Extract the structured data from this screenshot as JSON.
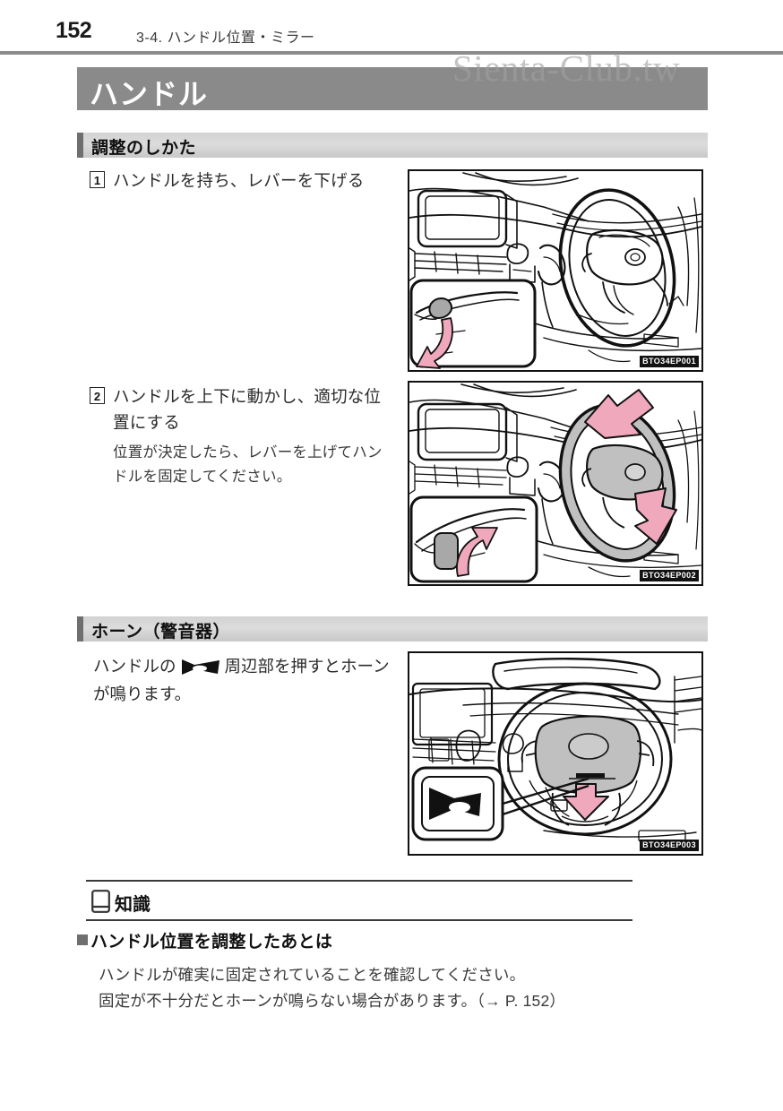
{
  "page": {
    "number": "152",
    "header_title": "3-4. ハンドル位置・ミラー",
    "watermark": "Sienta-Club.tw"
  },
  "title_bar": {
    "title": "ハンドル",
    "background_color": "#8a8a8a",
    "text_color": "#ffffff"
  },
  "sections": {
    "adjust": {
      "heading": "調整のしかた",
      "steps": [
        {
          "number": "1",
          "text": "ハンドルを持ち、レバーを下げる",
          "sub": ""
        },
        {
          "number": "2",
          "text": "ハンドルを上下に動かし、適切な位置にする",
          "sub": "位置が決定したら、レバーを上げてハンドルを固定してください。"
        }
      ]
    },
    "horn": {
      "heading": "ホーン（警音器）",
      "text_before_icon": "ハンドルの",
      "icon": "horn-icon",
      "text_after_icon": "周辺部を押すとホーンが鳴ります。"
    }
  },
  "figures": [
    {
      "id": "fig1",
      "code": "BTO34EP001",
      "caption_semantic": "steering-wheel-lever-down-illustration"
    },
    {
      "id": "fig2",
      "code": "BTO34EP002",
      "caption_semantic": "steering-wheel-updown-adjust-illustration"
    },
    {
      "id": "fig3",
      "code": "BTO34EP003",
      "caption_semantic": "steering-wheel-horn-pad-illustration"
    }
  ],
  "knowledge": {
    "icon": "book-icon",
    "title": "知識",
    "sub_marker": "square-bullet",
    "sub_title": "ハンドル位置を調整したあとは",
    "body_lines": [
      "ハンドルが確実に固定されていることを確認してください。",
      "固定が不十分だとホーンが鳴らない場合があります。（→ P. 152）"
    ]
  },
  "colors": {
    "accent_pink": "#f0a8bd",
    "accent_pink_dark": "#cf7d96",
    "gray_fill": "#bdbdbd",
    "title_gray": "#8a8a8a",
    "section_gray": "#d6d6d6",
    "rule_gray": "#8c8c8c"
  }
}
